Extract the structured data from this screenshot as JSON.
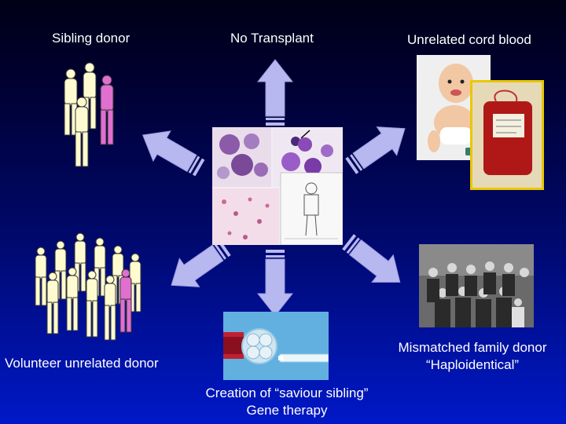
{
  "labels": {
    "sibling": "Sibling donor",
    "no_transplant": "No Transplant",
    "cord_blood": "Unrelated cord blood",
    "volunteer": "Volunteer unrelated donor",
    "mismatched_line1": "Mismatched family donor",
    "mismatched_line2": "“Haploidentical”",
    "saviour_line1": "Creation of “saviour sibling”",
    "saviour_line2": "Gene therapy"
  },
  "colors": {
    "arrow_fill": "#b8b8f0",
    "figure_fill": "#fffbd0",
    "figure_highlight": "#e06fd0",
    "image_border_gold": "#e8c800"
  }
}
